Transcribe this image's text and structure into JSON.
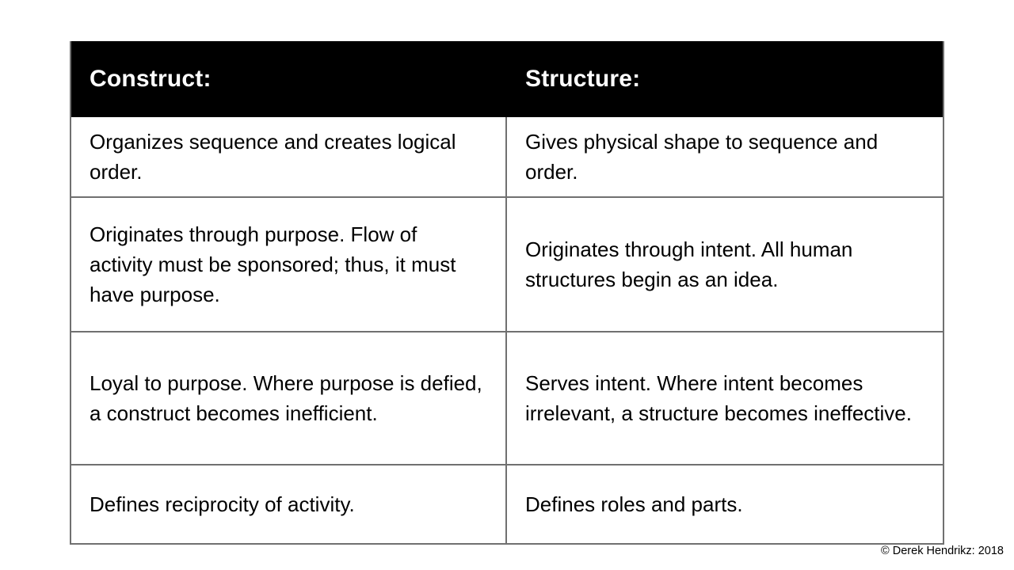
{
  "table": {
    "headers": [
      {
        "label": "Construct:"
      },
      {
        "label": "Structure:"
      }
    ],
    "rows": [
      {
        "construct": "Organizes sequence and creates logical order.",
        "structure": "Gives physical shape to sequence and order."
      },
      {
        "construct": "Originates through purpose. Flow of activity must be sponsored; thus, it must have purpose.",
        "structure": "Originates through intent. All human structures begin as an idea."
      },
      {
        "construct": "Loyal to purpose. Where purpose is defied, a construct becomes inefficient.",
        "structure": "Serves intent. Where intent becomes irrelevant, a structure becomes ineffective."
      },
      {
        "construct": "Defines reciprocity of activity.",
        "structure": "Defines roles and parts."
      }
    ]
  },
  "footer": {
    "copyright": "© Derek Hendrikz: 2018"
  },
  "colors": {
    "page_bg": "#ffffff",
    "header_bg": "#000000",
    "header_text": "#ffffff",
    "body_text": "#000000",
    "border": "#707070"
  }
}
